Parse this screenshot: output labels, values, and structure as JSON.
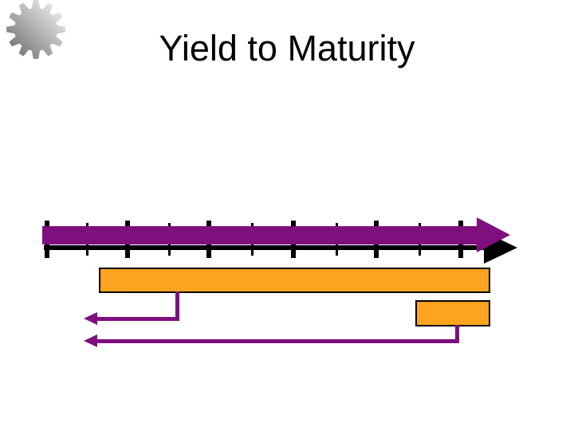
{
  "slide": {
    "title": "Yield to Maturity",
    "background_color": "#ffffff",
    "title_color": "#000000"
  },
  "icons": {
    "gear": {
      "teeth": 12,
      "gradient_from": "#666666",
      "gradient_to": "#fcfcfc"
    }
  },
  "diagram": {
    "type": "timeline-cash-flow",
    "colors": {
      "timeline_arrow": "#7e107e",
      "axis": "#000000",
      "cash_flow_fill": "#ffa41e",
      "cash_flow_border": "#000000",
      "connector": "#7e107e"
    },
    "timeline": {
      "intervals": 10,
      "major_ticks_x": [
        59,
        160,
        262,
        368,
        472,
        578
      ],
      "minor_ticks_x": [
        109,
        212,
        316,
        422,
        526
      ]
    }
  }
}
